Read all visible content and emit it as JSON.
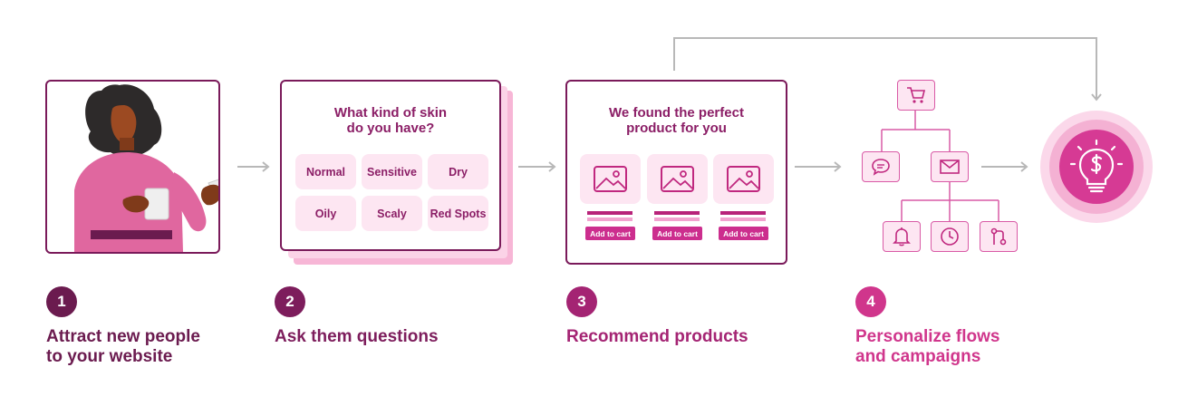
{
  "colors": {
    "dark_plum": "#6b1b4f",
    "magenta": "#cc2e8e",
    "pink_light": "#fde6f2",
    "pink_mid": "#f2a3cf",
    "gray_arrow": "#b8b8b8"
  },
  "survey": {
    "title_line1": "What kind of skin",
    "title_line2": "do you have?",
    "options": [
      "Normal",
      "Sensitive",
      "Dry",
      "Oily",
      "Scaly",
      "Red Spots"
    ]
  },
  "recommend": {
    "title_line1": "We found the perfect",
    "title_line2": "product for you",
    "cart_label": "Add to cart"
  },
  "steps": [
    {
      "number": "1",
      "line1": "Attract new people",
      "line2": "to your website"
    },
    {
      "number": "2",
      "line1": "Ask them questions",
      "line2": ""
    },
    {
      "number": "3",
      "line1": "Recommend products",
      "line2": ""
    },
    {
      "number": "4",
      "line1": "Personalize flows",
      "line2": "and campaigns"
    }
  ],
  "flow_icons": [
    "cart-icon",
    "chat-icon",
    "mail-icon",
    "bell-icon",
    "clock-icon",
    "split-icon",
    "lightbulb-dollar-icon"
  ]
}
